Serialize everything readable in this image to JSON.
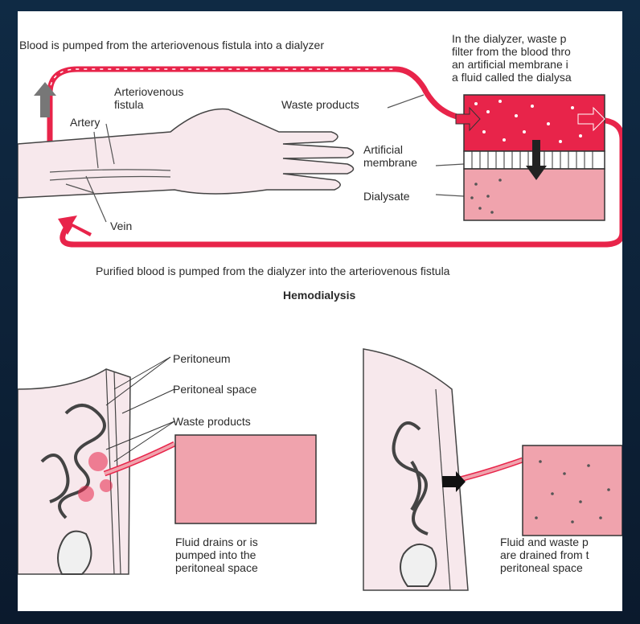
{
  "colors": {
    "blood": "#e8244a",
    "fluid": "#f0a3ad",
    "skin": "#f7e8ec",
    "ink": "#222222",
    "background": "#0b1a2d"
  },
  "hemodialysis": {
    "top_caption": "Blood is pumped from the arteriovenous fistula into a dialyzer",
    "dialyzer_text": [
      "In the dialyzer, waste p",
      "filter from the blood thro",
      "an artificial membrane i",
      "a fluid called the dialysa"
    ],
    "labels": {
      "arteriovenous_fistula": [
        "Arteriovenous",
        "fistula"
      ],
      "artery": "Artery",
      "waste_products": "Waste products",
      "artificial_membrane": [
        "Artificial",
        "membrane"
      ],
      "dialysate": "Dialysate",
      "vein": "Vein"
    },
    "bottom_caption": "Purified blood is pumped from the dialyzer into the arteriovenous fistula",
    "title": "Hemodialysis"
  },
  "peritoneal": {
    "labels": {
      "peritoneum": "Peritoneum",
      "peritoneal_space": "Peritoneal space",
      "waste_products": "Waste products"
    },
    "left_caption": [
      "Fluid drains or is",
      "pumped into the",
      "peritoneal space"
    ],
    "right_caption": [
      "Fluid and waste p",
      "are drained from t",
      "peritoneal space"
    ]
  }
}
